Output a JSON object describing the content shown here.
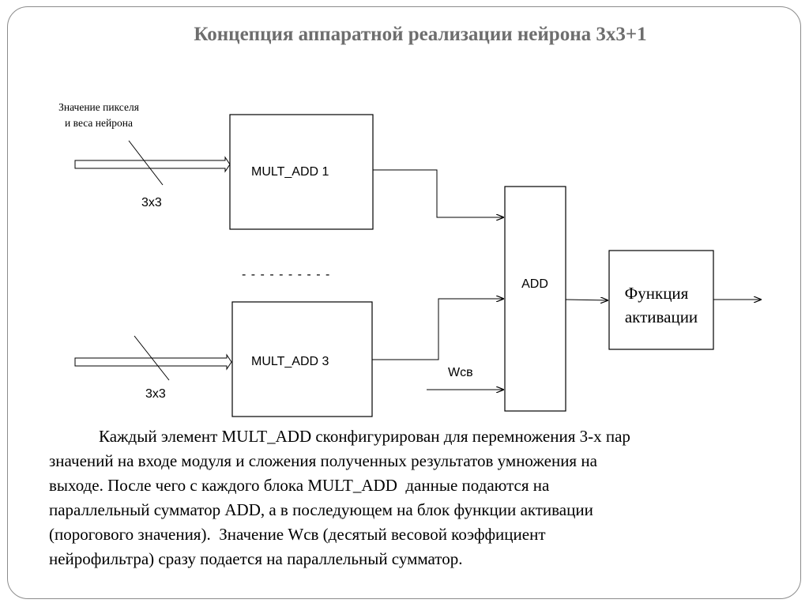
{
  "title": "Концепция аппаратной реализации нейрона 3х3+1",
  "diagram": {
    "input_label_line1": "Значение пикселя",
    "input_label_line2": "и веса нейрона",
    "bus_width_top": "3х3",
    "bus_width_bottom": "3х3",
    "mult_add_1": "MULT_ADD 1",
    "mult_add_3": "MULT_ADD 3",
    "ellipsis": "- - - - - - - - - -",
    "adder": "ADD",
    "bias_label": "Wсв",
    "activation_line1": "Функция",
    "activation_line2": "активации"
  },
  "description": {
    "lines": [
      "            Каждый элемент MULT_ADD сконфигурирован для перемножения 3-х пар",
      "значений на входе модуля и сложения полученных результатов умножения на",
      "выходе. После чего с каждого блока MULT_ADD  данные подаются на",
      "параллельный сумматор ADD, а в последующем на блок функции активации",
      "(порогового значения).  Значение Wсв (десятый весовой коэффициент",
      "нейрофильтра) сразу подается на параллельный сумматор."
    ]
  }
}
